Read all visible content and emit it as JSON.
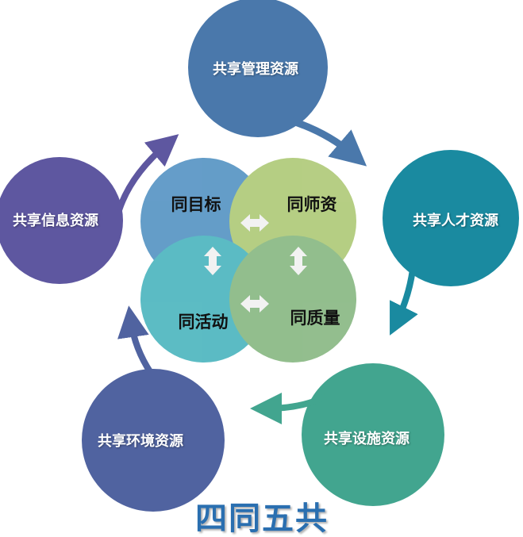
{
  "title": "四同五共",
  "outer": [
    {
      "label": "共享管理资源",
      "color": "#4a78ab"
    },
    {
      "label": "共享人才资源",
      "color": "#1a8aa0"
    },
    {
      "label": "共享设施资源",
      "color": "#42a58f"
    },
    {
      "label": "共享环境资源",
      "color": "#5063a0"
    },
    {
      "label": "共享信息资源",
      "color": "#5e57a0"
    }
  ],
  "inner": [
    {
      "label": "同目标",
      "color": "#4a8cbf"
    },
    {
      "label": "同师资",
      "color": "#a9c66e"
    },
    {
      "label": "同活动",
      "color": "#3fb0ba"
    },
    {
      "label": "同质量",
      "color": "#80b37a"
    }
  ]
}
